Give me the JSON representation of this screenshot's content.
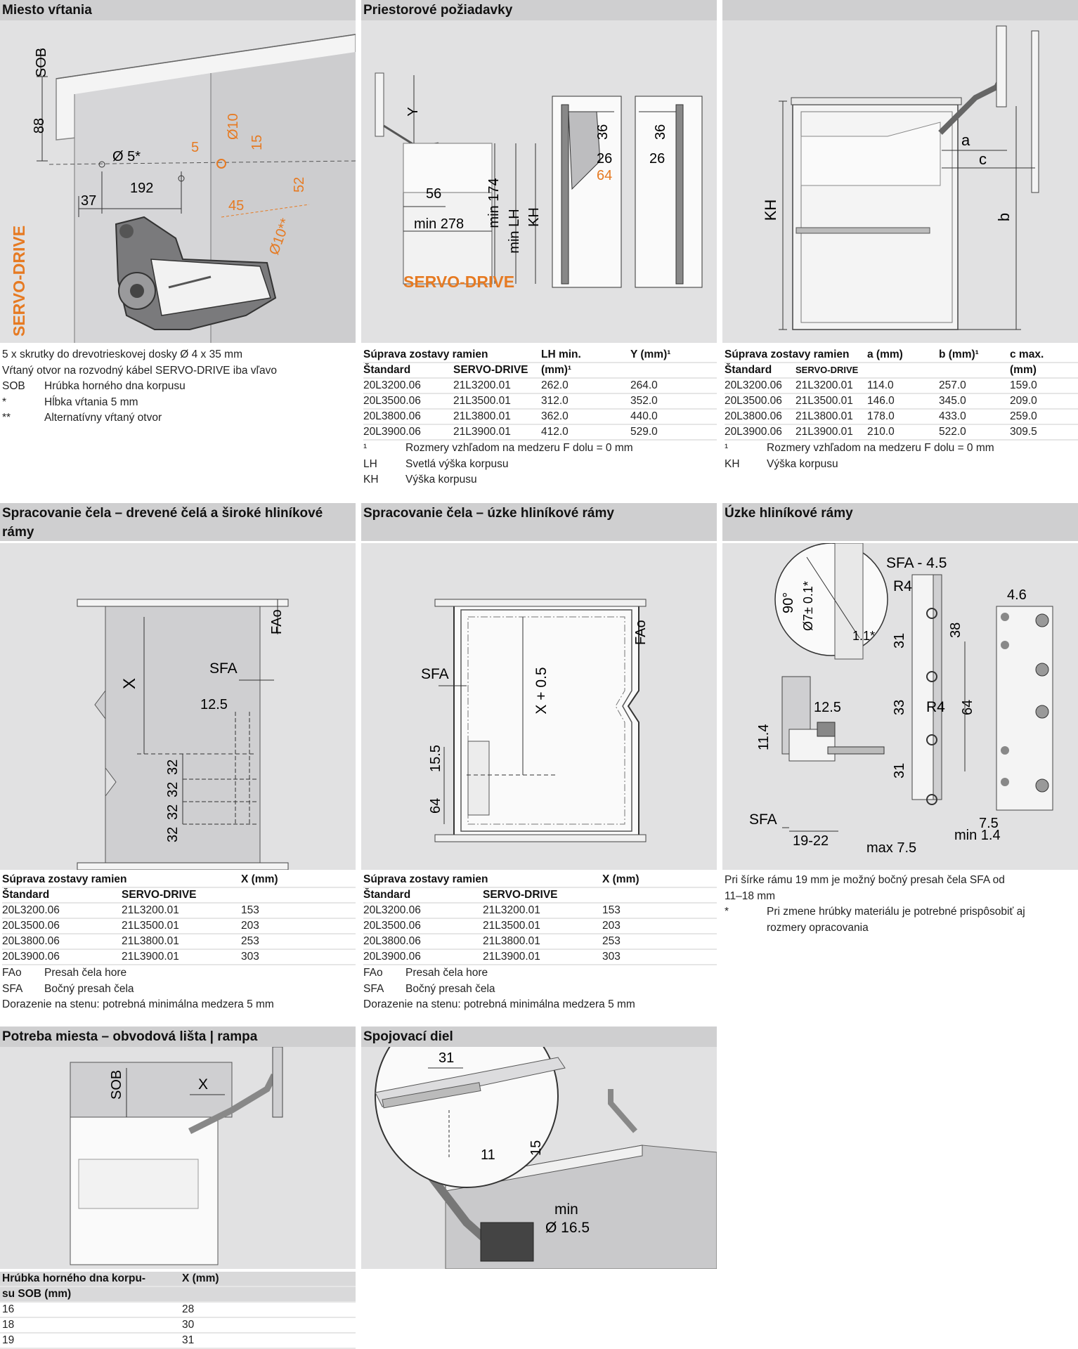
{
  "colors": {
    "accent": "#e67a22",
    "header_bg": "#cfcfd0",
    "figure_bg": "#e1e1e2"
  },
  "s1": {
    "title": "Miesto vŕtania",
    "fig": {
      "sob": "SOB",
      "d88": "88",
      "d5s": "Ø 5*",
      "d5": "5",
      "d10": "Ø10",
      "d15": "15",
      "d37": "37",
      "d192": "192",
      "d45": "45",
      "d52": "52",
      "d10ss": "Ø10**",
      "servo": "SERVO-DRIVE"
    },
    "lines": [
      "5 x skrutky do drevotrieskovej dosky Ø 4 x 35 mm",
      "Vŕtaný otvor na rozvodný kábel SERVO-DRIVE iba vľavo"
    ],
    "notes": [
      {
        "k": "SOB",
        "v": "Hrúbka horného dna korpusu"
      },
      {
        "k": "*",
        "v": "Hĺbka vŕtania 5 mm"
      },
      {
        "k": "**",
        "v": "Alternatívny vŕtaný otvor"
      }
    ]
  },
  "s2": {
    "title": "Priestorové požiadavky",
    "fig": {
      "y": "Y",
      "min174": "min 174",
      "minlh": "min LH",
      "kh": "KH",
      "d56": "56",
      "min278": "min 278",
      "servo": "SERVO-DRIVE",
      "d36a": "36",
      "d26a": "26",
      "d64": "64",
      "d36b": "36",
      "d26b": "26"
    },
    "head1": [
      "Súprava zostavy ramien",
      "",
      "LH min.",
      "Y (mm)¹"
    ],
    "head2": [
      "Štandard",
      "SERVO-DRIVE",
      "(mm)¹",
      ""
    ],
    "rows": [
      [
        "20L3200.06",
        "21L3200.01",
        "262.0",
        "264.0"
      ],
      [
        "20L3500.06",
        "21L3500.01",
        "312.0",
        "352.0"
      ],
      [
        "20L3800.06",
        "21L3800.01",
        "362.0",
        "440.0"
      ],
      [
        "20L3900.06",
        "21L3900.01",
        "412.0",
        "529.0"
      ]
    ],
    "notes": [
      {
        "k": "¹",
        "v": "Rozmery vzhľadom na medzeru F dolu = 0 mm"
      },
      {
        "k": "LH",
        "v": "Svetlá výška korpusu"
      },
      {
        "k": "KH",
        "v": "Výška korpusu"
      }
    ]
  },
  "s3": {
    "fig": {
      "kh": "KH",
      "a": "a",
      "c": "c",
      "b": "b"
    },
    "head1": [
      "Súprava zostavy ramien",
      "",
      "a (mm)",
      "b (mm)¹",
      "c max."
    ],
    "head2": [
      "Štandard",
      "SERVO-DRIVE",
      "",
      "",
      "(mm)"
    ],
    "rows": [
      [
        "20L3200.06",
        "21L3200.01",
        "114.0",
        "257.0",
        "159.0"
      ],
      [
        "20L3500.06",
        "21L3500.01",
        "146.0",
        "345.0",
        "209.0"
      ],
      [
        "20L3800.06",
        "21L3800.01",
        "178.0",
        "433.0",
        "259.0"
      ],
      [
        "20L3900.06",
        "21L3900.01",
        "210.0",
        "522.0",
        "309.5"
      ]
    ],
    "notes": [
      {
        "k": "¹",
        "v": "Rozmery vzhľadom na medzeru F dolu = 0 mm"
      },
      {
        "k": "KH",
        "v": "Výška korpusu"
      }
    ]
  },
  "s4": {
    "title": "Spracovanie čela – drevené čelá a široké hliníkové rámy",
    "fig": {
      "x": "X",
      "sfa": "SFA",
      "fao": "FAo",
      "d125": "12.5",
      "d32a": "32",
      "d32b": "32",
      "d32c": "32",
      "d32d": "32"
    },
    "head1": [
      "Súprava zostavy ramien",
      "",
      "X (mm)"
    ],
    "head2": [
      "Štandard",
      "SERVO-DRIVE",
      ""
    ],
    "rows": [
      [
        "20L3200.06",
        "21L3200.01",
        "153"
      ],
      [
        "20L3500.06",
        "21L3500.01",
        "203"
      ],
      [
        "20L3800.06",
        "21L3800.01",
        "253"
      ],
      [
        "20L3900.06",
        "21L3900.01",
        "303"
      ]
    ],
    "notes": [
      {
        "k": "FAo",
        "v": "Presah čela hore"
      },
      {
        "k": "SFA",
        "v": "Bočný presah čela"
      }
    ],
    "footer": "Dorazenie na stenu: potrebná minimálna medzera 5 mm"
  },
  "s5": {
    "title": "Spracovanie čela – úzke hliníkové rámy",
    "fig": {
      "sfa": "SFA",
      "fao": "FAo",
      "x05": "X + 0.5",
      "d155": "15.5",
      "d64": "64"
    },
    "head1": [
      "Súprava zostavy ramien",
      "",
      "X (mm)"
    ],
    "head2": [
      "Štandard",
      "SERVO-DRIVE",
      ""
    ],
    "rows": [
      [
        "20L3200.06",
        "21L3200.01",
        "153"
      ],
      [
        "20L3500.06",
        "21L3500.01",
        "203"
      ],
      [
        "20L3800.06",
        "21L3800.01",
        "253"
      ],
      [
        "20L3900.06",
        "21L3900.01",
        "303"
      ]
    ],
    "notes": [
      {
        "k": "FAo",
        "v": "Presah čela hore"
      },
      {
        "k": "SFA",
        "v": "Bočný presah čela"
      }
    ],
    "footer": "Dorazenie na stenu: potrebná minimálna medzera 5 mm"
  },
  "s6": {
    "title": "Úzke hliníkové rámy",
    "fig": {
      "sfa45": "SFA - 4.5",
      "r4a": "R4",
      "d46": "4.6",
      "d90": "90°",
      "d7": "Ø7± 0.1*",
      "d11": "1.1*",
      "d31a": "31",
      "d38": "38",
      "d33": "33",
      "r4b": "R4",
      "d64": "64",
      "d31b": "31",
      "d125": "12.5",
      "d114": "11.4",
      "sfa": "SFA",
      "d1922": "19-22",
      "d75": "7.5",
      "max75": "max 7.5",
      "min14": "min 1.4"
    },
    "lines": [
      "Pri šírke rámu 19 mm je možný bočný presah čela SFA od",
      "11–18 mm"
    ],
    "notes": [
      {
        "k": "*",
        "v": "Pri zmene hrúbky materiálu je potrebné prispôsobiť aj"
      },
      {
        "k": "",
        "v": "rozmery opracovania"
      }
    ]
  },
  "s7": {
    "title": "Potreba miesta – obvodová lišta | rampa",
    "fig": {
      "sob": "SOB",
      "x": "X"
    },
    "head": [
      "Hrúbka horného dna korpu-",
      "X (mm)"
    ],
    "head2": [
      "su SOB (mm)",
      ""
    ],
    "rows": [
      [
        "16",
        "28"
      ],
      [
        "18",
        "30"
      ],
      [
        "19",
        "31"
      ]
    ]
  },
  "s8": {
    "title": "Spojovací diel",
    "fig": {
      "d31": "31",
      "d11": "11",
      "d15": "15",
      "min": "min",
      "d165": "Ø 16.5"
    }
  }
}
